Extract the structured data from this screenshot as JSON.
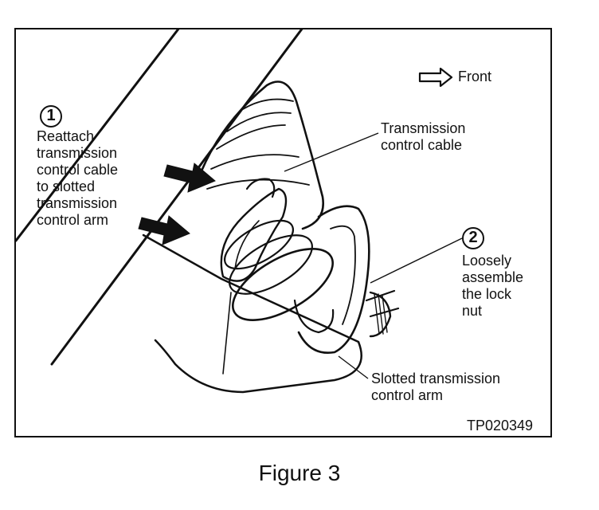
{
  "legend": {
    "front_label": "Front"
  },
  "steps": [
    {
      "number": "1",
      "lines": [
        "Reattach",
        "transmission",
        "control cable",
        "to slotted",
        "transmission",
        "control arm"
      ]
    },
    {
      "number": "2",
      "lines": [
        "Loosely",
        "assemble",
        "the lock",
        "nut"
      ]
    }
  ],
  "callouts": {
    "cable": [
      "Transmission",
      "control cable"
    ],
    "arm": [
      "Slotted transmission",
      "control arm"
    ]
  },
  "diagram_code": "TP020349",
  "caption": "Figure 3",
  "icons": {
    "front": "outline-arrow-right-icon",
    "pointer": "solid-arrow-icon"
  }
}
